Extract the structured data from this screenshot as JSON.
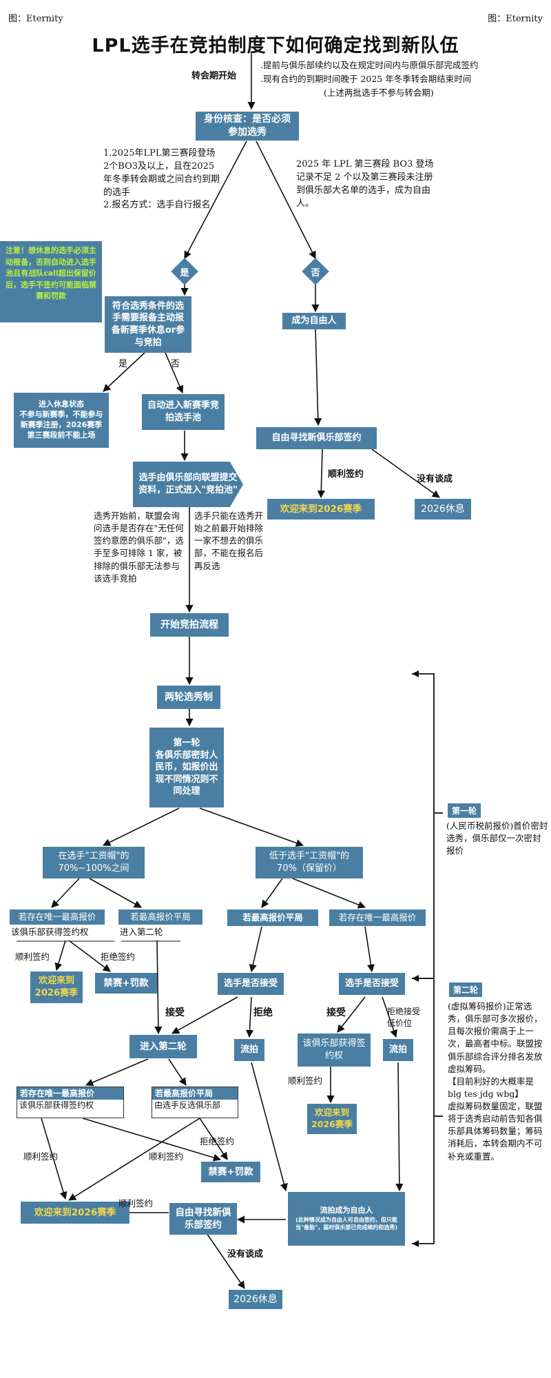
{
  "credit": "图：Eternity",
  "title": "LPL选手在竞拍制度下如何确定找到新队伍",
  "intro": {
    "start": "转会期开始",
    "exclusion_1": ".提前与俱乐部续约以及在规定时间内与原俱乐部完成签约",
    "exclusion_2": ".现有合约的到期时间晚于 2025 年冬季转会期结束时间",
    "exclusion_3": "(上述两批选手不参与转会期)"
  },
  "identity_check": "身份核查：是否必须参加选秀",
  "condition_yes": "1.2025年LPL第三赛段登场2个BO3及以上，且在2025年冬季转会期或之间合约到期的选手\n2.报名方式：选手自行报名",
  "condition_no": "2025 年 LPL 第三赛段 BO3 登场记录不足 2 个以及第三赛段未注册到俱乐部大名单的选手，成为自由人。",
  "diamond_yes": "是",
  "diamond_no": "否",
  "warning": "注意！想休息的选手必须主动报备，否则自动进入选手池且有战队call超出保留价后，选手不签约可能面临禁赛和罚款",
  "eligible_box": "符合选秀条件的选手需要报备主动报备新赛季休息or参与竞拍",
  "yes_label": "是",
  "no_label": "否",
  "rest_box": "进入休息状态\n不参与新赛季，不能参与新赛季注册，2026赛季第三赛段前不能上场",
  "auto_pool": "自动进入新赛季竞拍选手池",
  "free_agent": "成为自由人",
  "free_find": "自由寻找新俱乐部签约",
  "sign_ok": "顺利签约",
  "no_deal": "没有谈成",
  "welcome_2026": "欢迎来到2026赛季",
  "rest_2026": "2026休息",
  "submit_box": "选手由俱乐部向联盟提交资料，正式进入\"竞拍池\"",
  "exclude_left": "选秀开始前，联盟会询问选手是否存在\"无任何签约意愿的俱乐部\"，选手至多可排除 1 家，被排除的俱乐部无法参与该选手竞拍",
  "exclude_right": "选手只能在选秀开始之前最开始排除一家不想去的俱乐部，不能在报名后再反选",
  "start_auction": "开始竞拍流程",
  "two_rounds": "两轮选秀制",
  "round1_box": "第一轮\n各俱乐部密封人民币，如报价出现不同情况则不同处理",
  "range_high": "在选手\"工资帽\"的70%~100%之间",
  "range_low": "低于选手\"工资帽\"的70%（保留价）",
  "unique_top": "若存在唯一最高报价",
  "unique_top_sub": "该俱乐部获得签约权",
  "tie_top": "若最高报价平局",
  "tie_top_sub": "进入第二轮",
  "tie_top_low": "若最高报价平局",
  "unique_top_low": "若存在唯一最高报价",
  "sign_ok_a": "顺利签约",
  "refuse_sign": "拒绝签约",
  "welcome_a": "欢迎来到2026赛季",
  "ban_fine": "禁赛+罚款",
  "accept_q1": "选手是否接受",
  "accept_q2": "选手是否接受",
  "accept": "接受",
  "reject": "拒绝",
  "accept_b": "接受",
  "reject_low": "拒绝接受低价位",
  "enter_round2": "进入第二轮",
  "unsold_a": "流拍",
  "unsold_b": "流拍",
  "club_gets_right": "该俱乐部获得签约权",
  "sign_ok_b": "顺利签约",
  "welcome_b": "欢迎来到2026赛季",
  "r2_unique": "若存在唯一最高报价",
  "r2_unique_sub": "该俱乐部获得签约权",
  "r2_tie": "若最高报价平局",
  "r2_tie_sub": "由选手反选俱乐部",
  "refuse_sign_b": "拒绝签约",
  "sign_ok_c": "顺利签约",
  "sign_ok_d": "顺利签约",
  "ban_fine_b": "禁赛+罚款",
  "welcome_c": "欢迎来到2026赛季",
  "sign_ok_e": "顺利签约",
  "free_find_b": "自由寻找新俱乐部签约",
  "unsold_free": "流拍成为自由人",
  "unsold_free_sub": "(此种情况成为自由人可自由签约，但只能当\"备胎\"，届时俱乐部已完成续约和选秀)",
  "no_deal_b": "没有谈成",
  "rest_2026_b": "2026休息",
  "side_r1_title": "第一轮",
  "side_r1_text": "(人民币税前报价)首价密封选秀，俱乐部仅一次密封报价",
  "side_r2_title": "第二轮",
  "side_r2_text": "(虚拟筹码报价)正常选秀，俱乐部可多次报价，且每次报价需高于上一次，最高者中标。联盟按俱乐部综合评分排名发放虚拟筹码。\n【目前利好的大概率是blg tes jdg wbg】\n虚拟筹码数量固定，联盟将于选秀启动前告知各俱乐部具体筹码数量；筹码消耗后，本转会期内不可补充或重置。"
}
